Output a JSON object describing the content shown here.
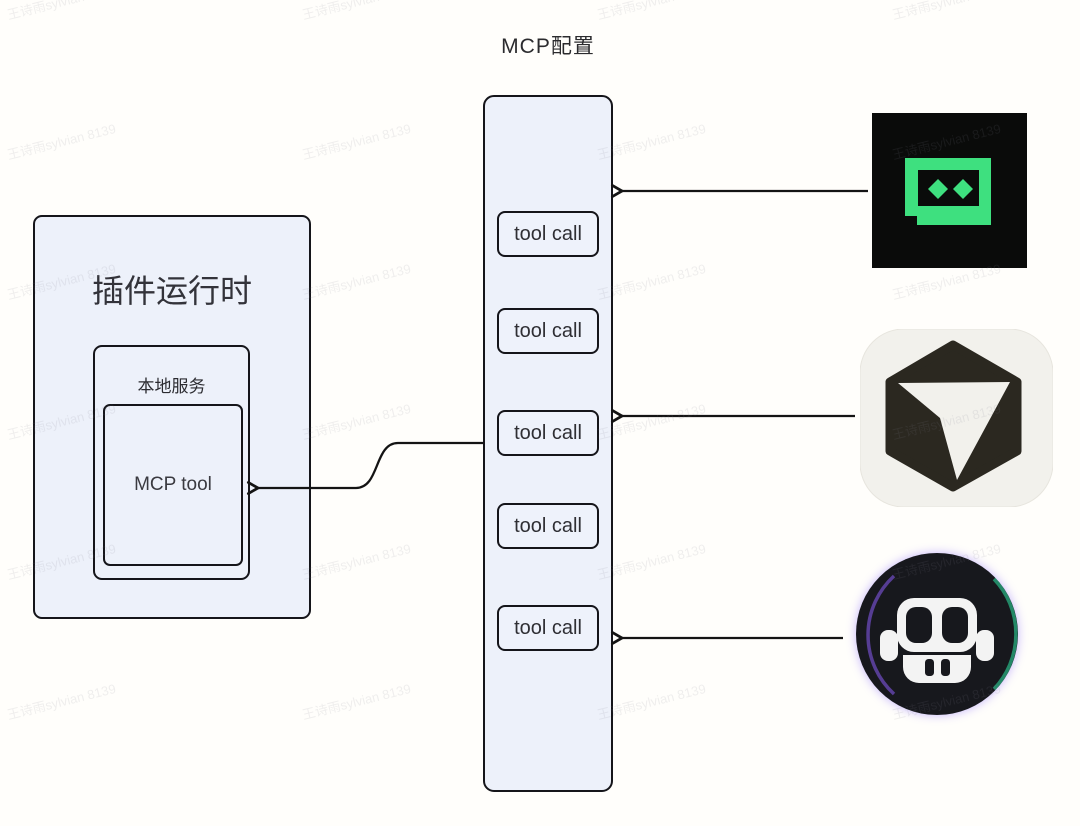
{
  "title": "MCP配置",
  "left_panel": {
    "title": "插件运行时",
    "local_service": {
      "title": "本地服务",
      "mcp_tool_label": "MCP tool"
    }
  },
  "mcp_panel": {
    "tool_calls": [
      "tool call",
      "tool call",
      "tool call",
      "tool call",
      "tool call"
    ]
  },
  "clients": [
    {
      "icon": "marscode-icon"
    },
    {
      "icon": "trae-icon"
    },
    {
      "icon": "copilot-icon"
    }
  ],
  "watermark": {
    "text": "王诗雨sylvian 8139"
  },
  "colors": {
    "box_fill": "#edf1fa",
    "box_border": "#15151a",
    "arrow": "#141414",
    "marscode_green": "#3ee07f",
    "marscode_bg": "#0a0b0a",
    "trae_dark": "#2b2820",
    "trae_tile": "#f2f1ec",
    "copilot_dark": "#17181d",
    "copilot_face": "#f3f3f3"
  }
}
